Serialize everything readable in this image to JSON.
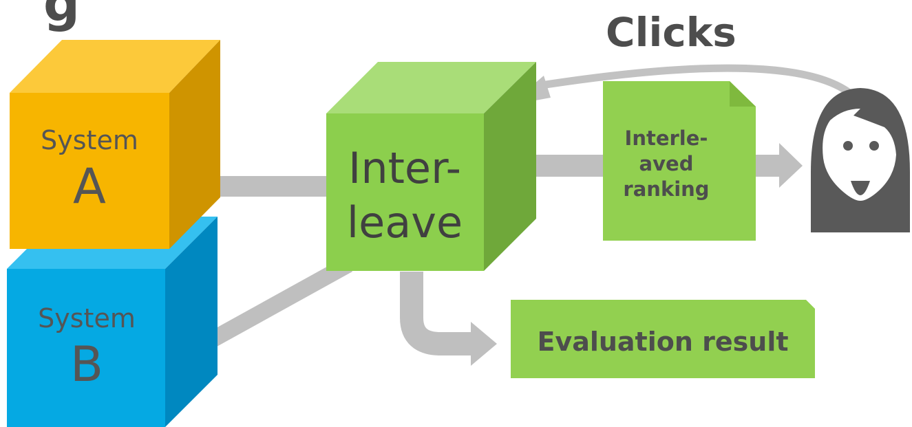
{
  "top_left_fragment": "g",
  "clicks_label": "Clicks",
  "system_a": {
    "title": "System",
    "letter": "A"
  },
  "system_b": {
    "title": "System",
    "letter": "B"
  },
  "interleave": {
    "line1": "Inter-",
    "line2": "leave"
  },
  "interleaved_ranking": {
    "line1": "Interle-",
    "line2": "aved",
    "line3": "ranking"
  },
  "evaluation_result": "Evaluation result",
  "colors": {
    "system_a": "#f7b500",
    "system_b": "#05a9e3",
    "interleave": "#8ccf4d",
    "document": "#92d050",
    "arrow": "#bfbfbf",
    "user": "#595959",
    "text": "#555555"
  },
  "icons": [
    "user-icon",
    "document-icon",
    "cube-icon"
  ]
}
